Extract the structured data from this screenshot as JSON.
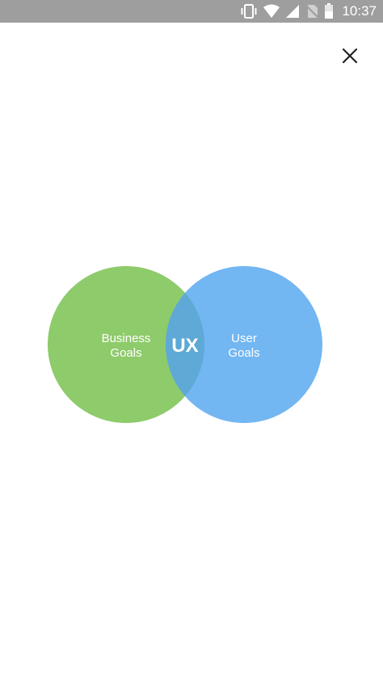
{
  "status_bar": {
    "time": "10:37",
    "icons": [
      "vibrate-icon",
      "wifi-icon",
      "signal-icon",
      "no-sim-icon",
      "battery-icon"
    ]
  },
  "close_button": {
    "icon": "close-icon"
  },
  "diagram": {
    "left_circle": {
      "line1": "Business",
      "line2": "Goals",
      "color": "#8ecb6b"
    },
    "right_circle": {
      "line1": "User",
      "line2": "Goals",
      "color": "#72b6f2"
    },
    "overlap": {
      "label": "UX",
      "color": "#5ea9d6"
    }
  },
  "colors": {
    "status_bar_bg": "#9e9e9e",
    "background": "#ffffff"
  }
}
